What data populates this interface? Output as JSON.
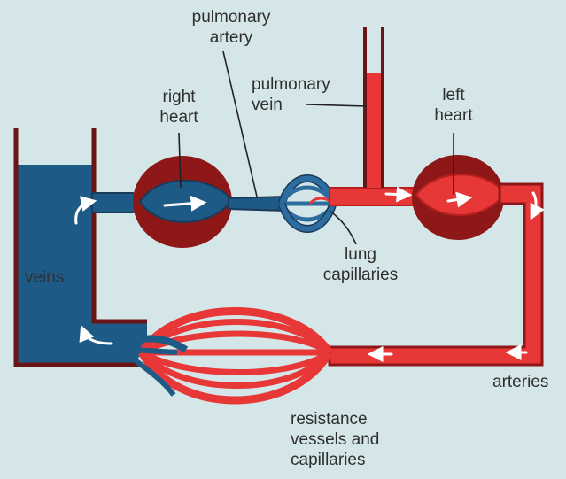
{
  "colors": {
    "background": "#d4e6e8",
    "venous_blue": "#1e5a86",
    "venous_outline": "#1b3a5a",
    "arterial_red": "#e83737",
    "heart_dark_red": "#8e1818",
    "outline_dark": "#4a1010",
    "arrow": "#ffffff",
    "label_text": "#2f2f2f"
  },
  "labels": {
    "pulmonary_artery": {
      "line1": "pulmonary",
      "line2": "artery"
    },
    "pulmonary_vein": {
      "line1": "pulmonary",
      "line2": "vein"
    },
    "right_heart": {
      "line1": "right",
      "line2": "heart"
    },
    "left_heart": {
      "line1": "left",
      "line2": "heart"
    },
    "lung_capillaries": {
      "line1": "lung",
      "line2": "capillaries"
    },
    "veins": "veins",
    "arteries": "arteries",
    "resistance": {
      "line1": "resistance",
      "line2": "vessels and",
      "line3": "capillaries"
    }
  },
  "icons": {
    "flow_arrow": "white-curved-arrow"
  }
}
